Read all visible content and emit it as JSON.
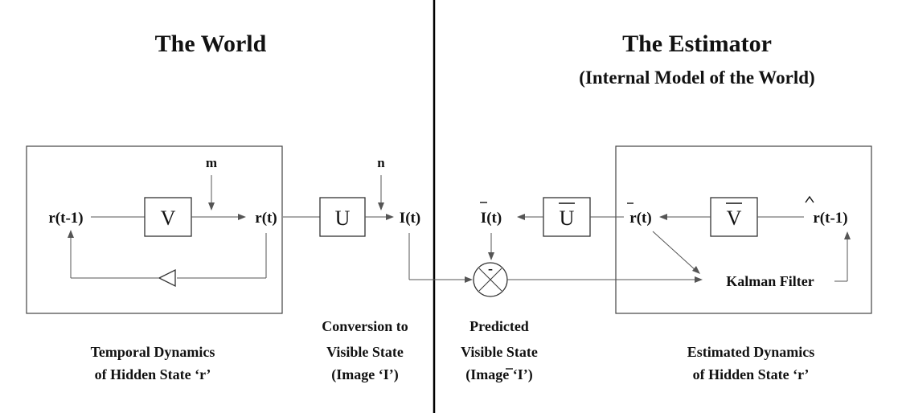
{
  "left": {
    "title": "The World",
    "caption_dynamics": [
      "Temporal Dynamics",
      "of Hidden State ‘r’"
    ],
    "caption_conversion": [
      "Conversion to",
      "Visible State",
      "(Image ‘I’)"
    ],
    "labels": {
      "r_prev": "r(t-1)",
      "V": "V",
      "m": "m",
      "r_t": "r(t)",
      "U": "U",
      "n": "n",
      "I_t": "I(t)"
    }
  },
  "right": {
    "title": "The Estimator",
    "subtitle": "(Internal Model of the World)",
    "caption_predicted": [
      "Predicted",
      "Visible State",
      "(Image ‘I’)"
    ],
    "caption_estimated": [
      "Estimated Dynamics",
      "of Hidden State ‘r’"
    ],
    "labels": {
      "I_bar": "I(t)",
      "U_bar": "U",
      "r_bar": "r(t)",
      "V_bar": "V",
      "r_hat": "r(t-1)",
      "minus": "-",
      "kalman": "Kalman Filter"
    }
  }
}
